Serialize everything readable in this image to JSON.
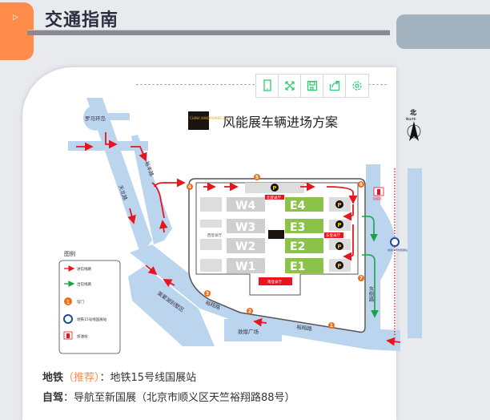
{
  "header": {
    "title": "交通指南",
    "tab_icon": "play-icon"
  },
  "toolbar": {
    "buttons": [
      "mobile-icon",
      "fullscreen-icon",
      "save-icon",
      "share-icon",
      "settings-icon"
    ]
  },
  "map": {
    "title": "风能展车辆进场方案",
    "logo_text": "CHINA WINDPOWER 2021",
    "north": {
      "cn": "北",
      "en": "North"
    },
    "places": {
      "roundabout": "罗马环岛",
      "tianbei": "天北路",
      "yufeng": "裕丰路",
      "yuxiang1": "裕翔路",
      "yuxiang2": "裕翔路",
      "villa": "莱蒙湖别墅区",
      "plaza": "敦煌广场",
      "east_road": "东侧路",
      "gas": "加油站",
      "metro_station": "地铁15号线国展站"
    },
    "halls": {
      "west": [
        "W4",
        "W3",
        "W2",
        "W1"
      ],
      "east": [
        "E4",
        "E3",
        "E2",
        "E1"
      ],
      "parking": "P"
    },
    "lobbies": {
      "north": "北登录厅",
      "west": "西登录厅",
      "east": "东登录厅",
      "south": "南登录厅"
    },
    "gates": [
      "1",
      "2",
      "3",
      "4",
      "5",
      "6",
      "7"
    ],
    "legend": {
      "title": "图例",
      "items": [
        "进馆线路",
        "出馆线路",
        "馆门",
        "地铁15号线国展站",
        "加油站"
      ]
    }
  },
  "info": {
    "metro_label": "地铁",
    "metro_recommend": "（推荐）",
    "metro_text": "：地铁15号线国展站",
    "drive_label": "自驾",
    "drive_text": "：导航至新国展（北京市顺义区天竺裕翔路88号）"
  },
  "colors": {
    "accent": "#ff8c4a",
    "road": "#bcd5ee",
    "hall_east": "#8bc34a",
    "hall_west": "#cfcfcf",
    "entry": "#e8141e",
    "exit": "#17a34a",
    "toolbar_icon": "#2ecc71"
  }
}
